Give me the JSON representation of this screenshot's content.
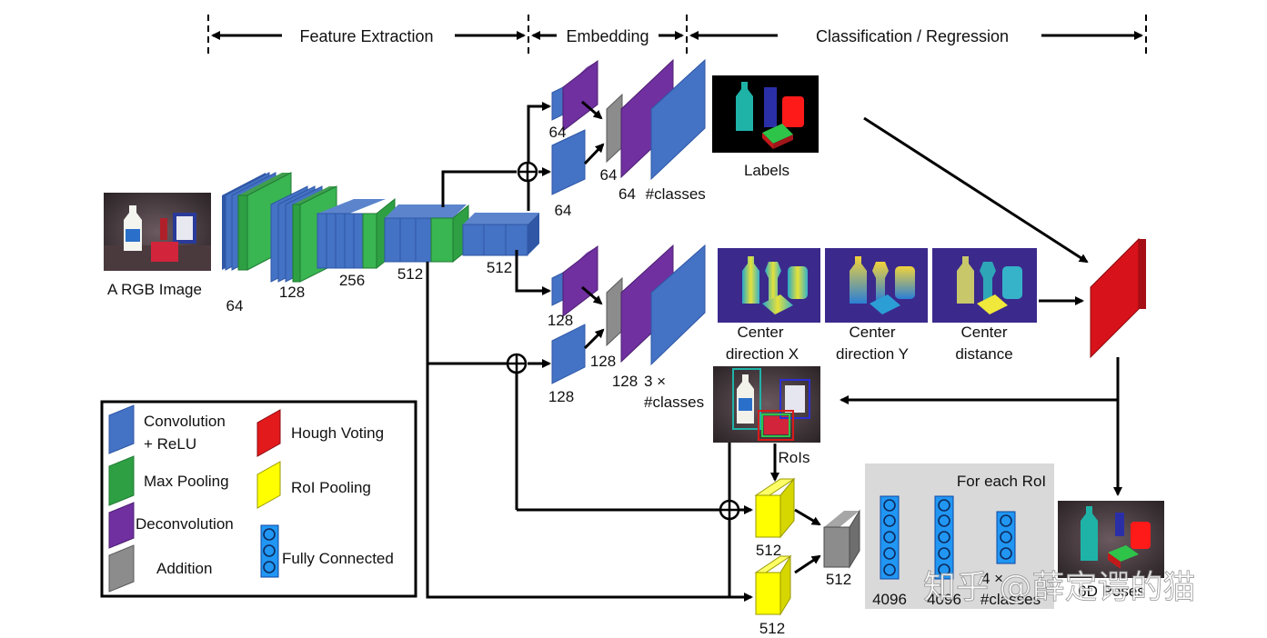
{
  "sections": {
    "feature_extraction": "Feature Extraction",
    "embedding": "Embedding",
    "classification_regression": "Classification / Regression"
  },
  "input": {
    "caption": "A RGB Image"
  },
  "backbone": {
    "sizes": [
      "64",
      "128",
      "256",
      "512",
      "512"
    ]
  },
  "semantic_branch": {
    "size_top": "64",
    "size_bottom": "64",
    "size_addition": "64",
    "size_output": "64",
    "output_suffix": "#classes",
    "result_caption": "Labels"
  },
  "vertex_branch": {
    "size_top": "128",
    "size_bottom": "128",
    "size_addition": "128",
    "size_output": "128",
    "output_line1": "3 ×",
    "output_line2": "#classes",
    "results": [
      {
        "line1": "Center",
        "line2": "direction X"
      },
      {
        "line1": "Center",
        "line2": "direction Y"
      },
      {
        "line1": "Center",
        "line2": "distance"
      }
    ]
  },
  "rois": {
    "caption": "RoIs"
  },
  "roi_pooling": {
    "size_top": "512",
    "size_bottom": "512",
    "size_addition": "512"
  },
  "fc_panel": {
    "title": "For each RoI",
    "sizes": [
      "4096",
      "4096",
      "4 ×"
    ],
    "last_line2": "#classes"
  },
  "output": {
    "caption": "6D Poses"
  },
  "legend": {
    "items": [
      {
        "line1": "Convolution",
        "line2": "+ ReLU"
      },
      {
        "line1": "Max Pooling"
      },
      {
        "line1": "Deconvolution"
      },
      {
        "line1": "Addition"
      },
      {
        "line1": "Hough Voting"
      },
      {
        "line1": "RoI Pooling"
      },
      {
        "line1": "Fully Connected"
      }
    ]
  },
  "watermark": "知乎 @薛定谔的猫",
  "colors": {
    "conv": "#4472c4",
    "pool": "#2ea043",
    "deconv": "#7030a0",
    "addition": "#8c8c8c",
    "hough": "#e31a1c",
    "roi_pool": "#ffff00",
    "fc": "#2196f3",
    "panel": "#d9d9d9"
  }
}
